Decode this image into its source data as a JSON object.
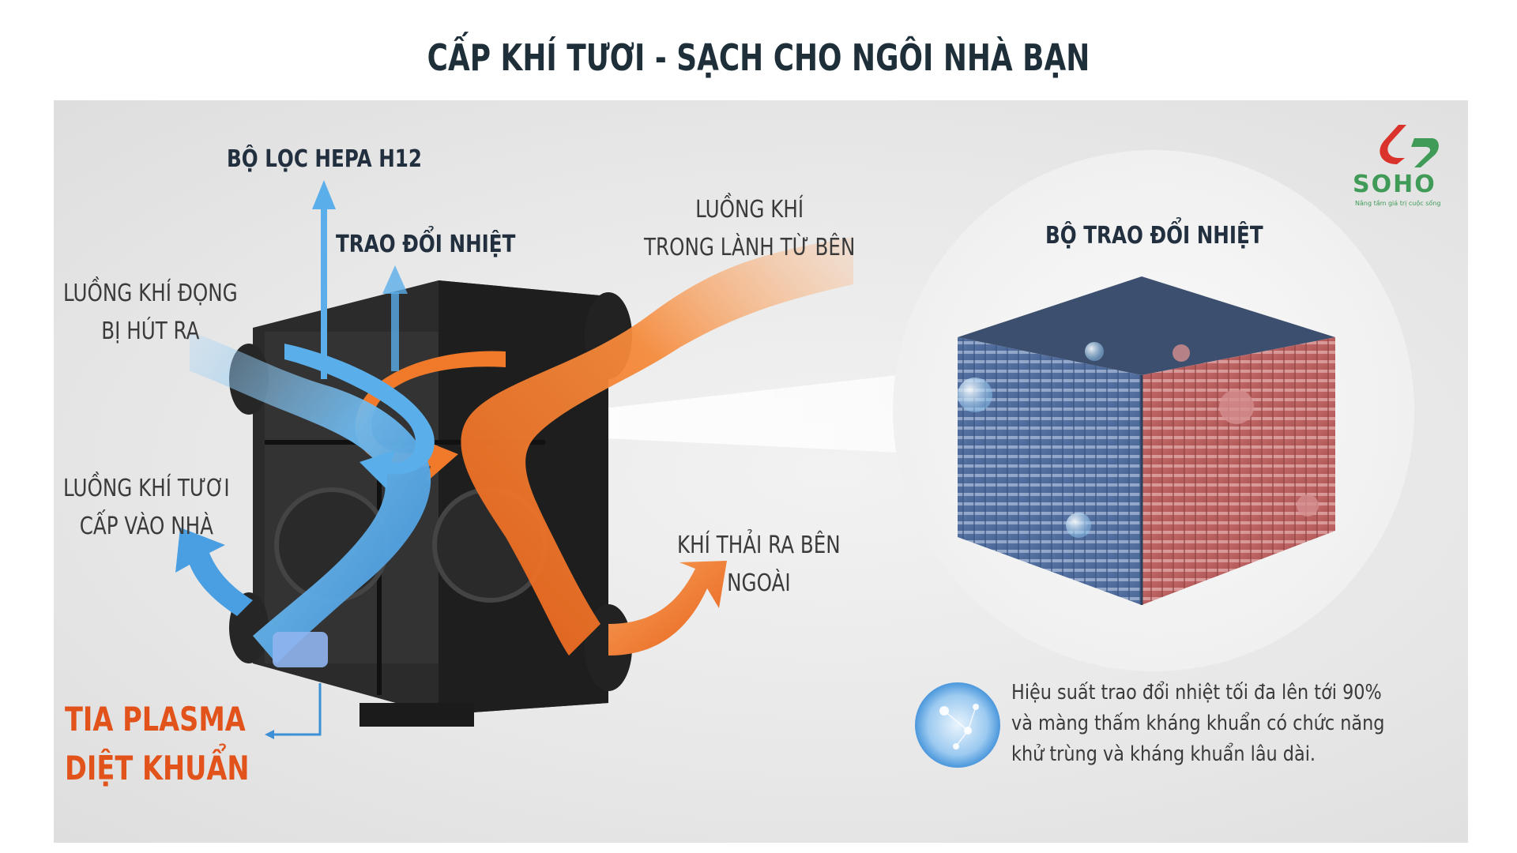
{
  "title": "CẤP KHÍ TƯƠI - SẠCH CHO NGÔI NHÀ BẠN",
  "labels": {
    "hepa": "BỘ LỌC HEPA H12",
    "heat_exchange": "TRAO ĐỔI NHIỆT",
    "stale_air": "LUỒNG KHÍ ĐỌNG\nBỊ HÚT RA",
    "fresh_air_outside": "LUỒNG KHÍ\nTRONG LÀNH TỪ BÊN",
    "fresh_air_in": "LUỒNG KHÍ TƯƠI\nCẤP VÀO NHÀ",
    "exhaust": "KHÍ THẢI RA BÊN\nNGOÀI",
    "plasma": "TIA PLASMA\nDIỆT KHUẨN",
    "exchanger_core": "BỘ TRAO ĐỔI NHIỆT"
  },
  "description": "Hiệu suất trao đổi nhiệt tối đa lên tới 90% và màng thấm kháng khuẩn có chức năng khử trùng và kháng khuẩn lâu dài.",
  "logo": {
    "name": "SOHO",
    "slogan": "Nâng tầm giá trị cuộc sống"
  },
  "colors": {
    "cold_air": "#4aa3e6",
    "warm_air": "#f07a2a",
    "plasma_text": "#e2531c",
    "logo_green": "#3f9b57",
    "logo_red": "#d9332b"
  },
  "icons": {
    "logo": "soho-logo-icon",
    "membrane": "molecule-bubble-icon"
  }
}
